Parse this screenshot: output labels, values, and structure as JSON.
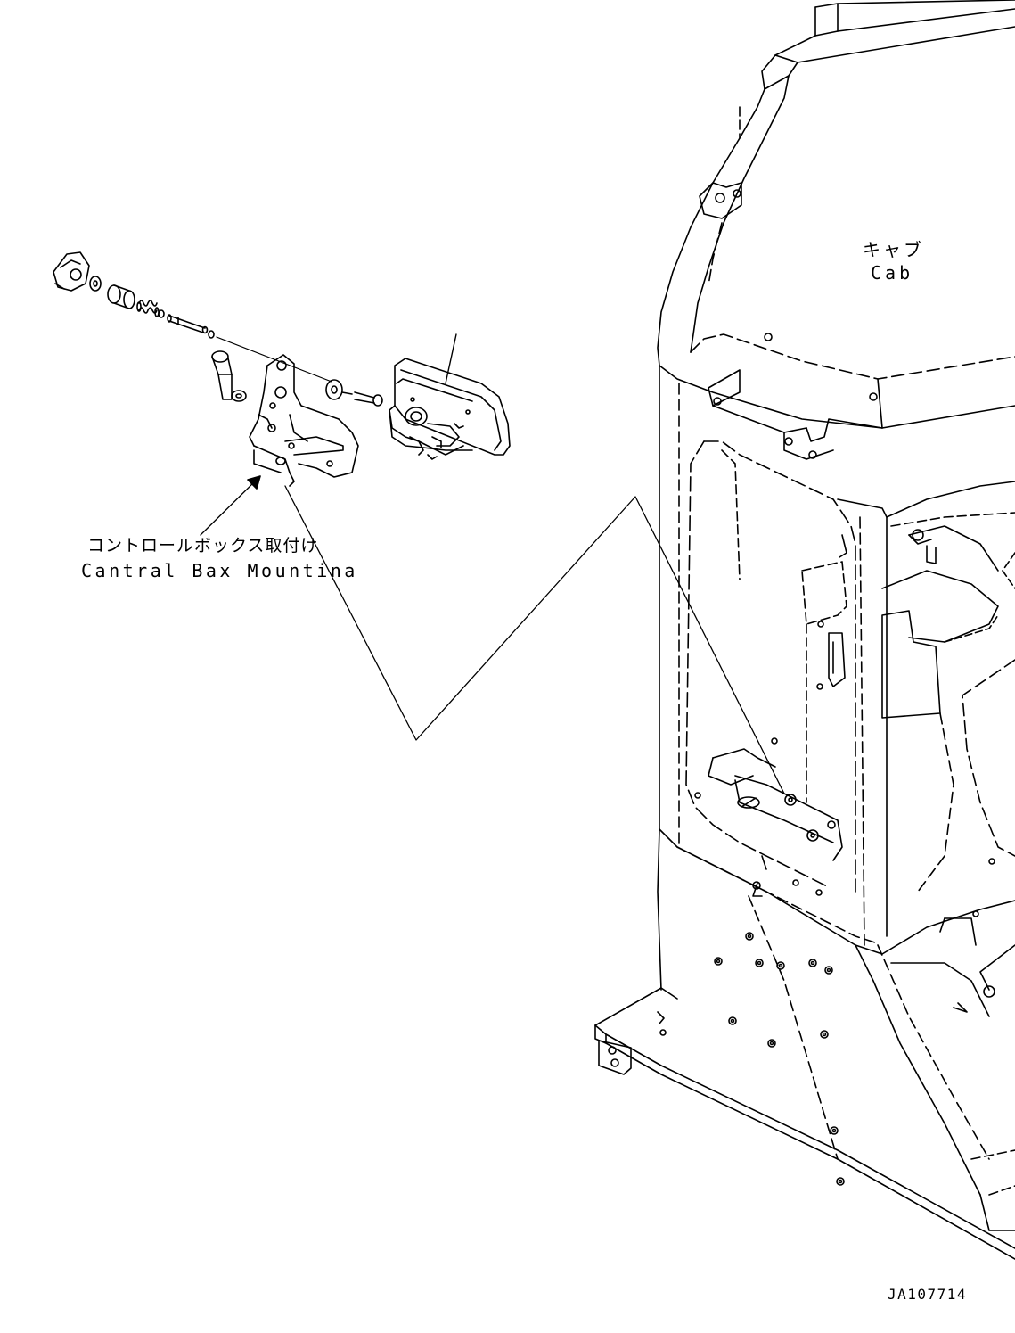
{
  "labels": {
    "cab_ja": "キャブ",
    "cab_en": "Cab",
    "mounting_ja": "コントロールボックス取付け",
    "mounting_en": "Cantral Bax Mountina",
    "drawing_id": "JA107714"
  },
  "colors": {
    "line": "#000000",
    "background": "#ffffff"
  }
}
